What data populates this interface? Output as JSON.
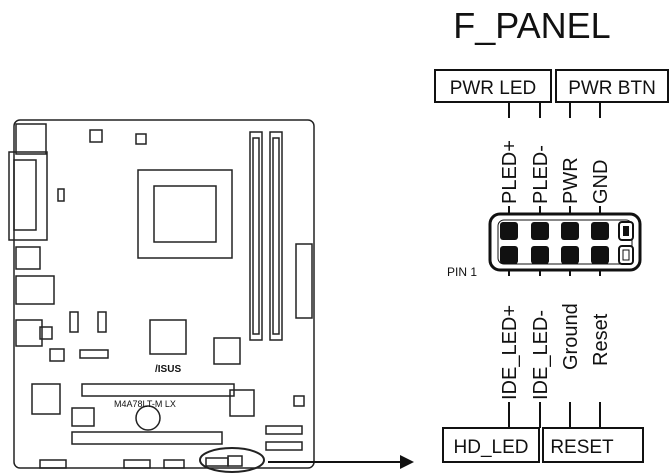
{
  "header": {
    "title": "F_PANEL"
  },
  "connector": {
    "top_groups": [
      "PWR LED",
      "PWR BTN"
    ],
    "bottom_groups": [
      "HD_LED",
      "RESET"
    ],
    "pin1_label": "PIN 1",
    "top_pins": [
      "PLED+",
      "PLED-",
      "PWR",
      "GND"
    ],
    "bottom_pins": [
      "IDE_LED+",
      "IDE_LED-",
      "Ground",
      "Reset"
    ]
  },
  "board": {
    "model": "M4A78LT-M LX",
    "brand": "/ISUS"
  }
}
